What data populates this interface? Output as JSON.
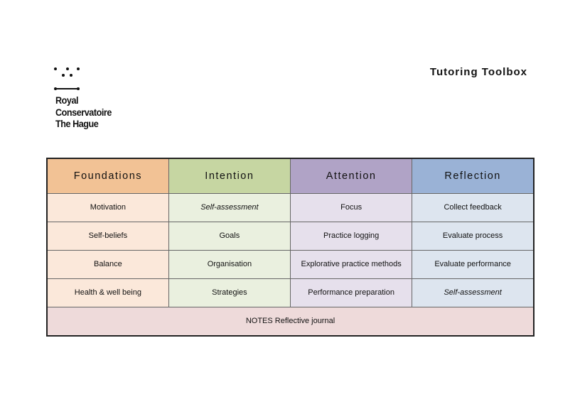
{
  "logo": {
    "line1": "Royal",
    "line2": "Conservatoire",
    "line3": "The Hague"
  },
  "title": "Tutoring Toolbox",
  "columns": [
    {
      "header": "Foundations",
      "header_color": "#f2c295",
      "body_color": "#fbe8da",
      "items": [
        "Motivation",
        "Self-beliefs",
        "Balance",
        "Health & well being"
      ]
    },
    {
      "header": "Intention",
      "header_color": "#c6d6a2",
      "body_color": "#eaf0df",
      "items": [
        "Self-assessment",
        "Goals",
        "Organisation",
        "Strategies"
      ]
    },
    {
      "header": "Attention",
      "header_color": "#b0a3c6",
      "body_color": "#e6e0ec",
      "items": [
        "Focus",
        "Practice logging",
        "Explorative practice methods",
        "Performance preparation"
      ]
    },
    {
      "header": "Reflection",
      "header_color": "#9ab2d6",
      "body_color": "#dde5ef",
      "items": [
        "Collect feedback",
        "Evaluate process",
        "Evaluate performance",
        "Self-assessment"
      ]
    }
  ],
  "notes": "NOTES Reflective journal"
}
